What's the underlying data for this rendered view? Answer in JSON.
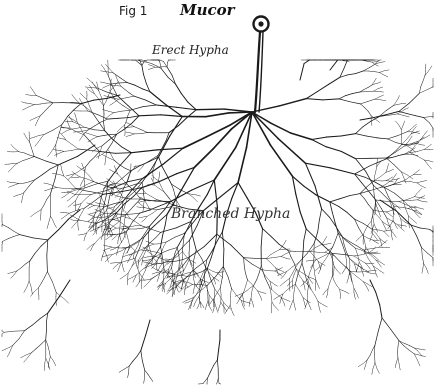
{
  "figure": {
    "label": "Fig 1",
    "genus": "Mucor"
  },
  "labels": {
    "erect": "Erect Hypha",
    "branched": "Branched Hypha"
  },
  "colors": {
    "ink": "#1a1a1a",
    "paper": "#ffffff"
  }
}
